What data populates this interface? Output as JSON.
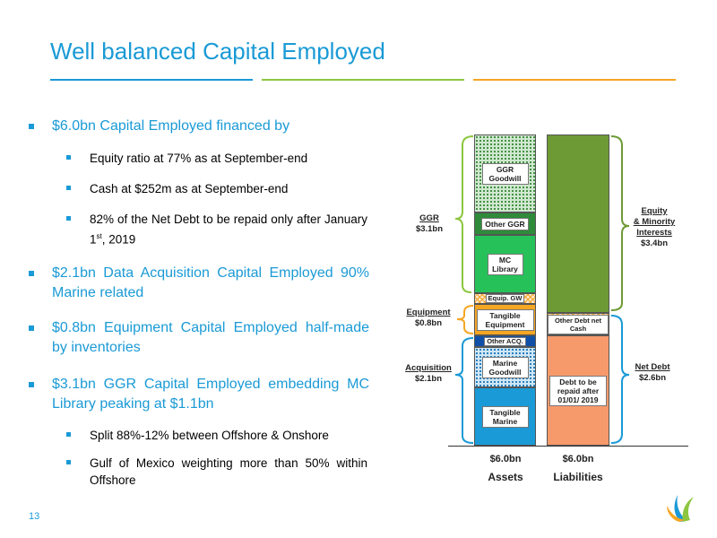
{
  "title": "Well balanced Capital Employed",
  "page_number": "13",
  "colors": {
    "accent_blue": "#1a9ad6",
    "accent_green": "#8dc63f",
    "accent_orange": "#f5a623"
  },
  "bullets": [
    {
      "text": "$6.0bn Capital Employed financed by"
    },
    {
      "text": "$2.1bn Data Acquisition Capital Employed 90% Marine related"
    },
    {
      "text": "$0.8bn Equipment Capital Employed half-made by inventories"
    },
    {
      "text": "$3.1bn GGR Capital Employed embedding MC Library peaking at $1.1bn"
    }
  ],
  "sub_bullets": {
    "equity_ratio": "Equity ratio at 77% as at September-end",
    "cash": "Cash at $252m as at September-end",
    "net_debt_a": "82% of the Net Debt to be repaid only after January 1",
    "net_debt_sup": "st",
    "net_debt_b": ", 2019",
    "split": "Split 88%-12% between Offshore & Onshore",
    "gom": "Gulf of Mexico weighting more than 50% within Offshore"
  },
  "chart_data": {
    "type": "bar",
    "stacked": true,
    "categories": [
      "Assets",
      "Liabilities"
    ],
    "totals": [
      "$6.0bn",
      "$6.0bn"
    ],
    "assets_segments": [
      {
        "label": "Tangible Marine",
        "value": 1.35
      },
      {
        "label": "Marine Goodwill",
        "value": 0.6
      },
      {
        "label": "Other ACQ.",
        "value": 0.15
      },
      {
        "label": "Tangible Equipment",
        "value": 0.7
      },
      {
        "label": "Equip. GW",
        "value": 0.12
      },
      {
        "label": "MC Library",
        "value": 1.1
      },
      {
        "label": "Other GGR",
        "value": 0.35
      },
      {
        "label": "GGR Goodwill",
        "value": 1.63
      }
    ],
    "liabilities_segments": [
      {
        "label": "Debt to be repaid after 01/01/ 2019",
        "value": 2.1
      },
      {
        "label": "Other Debt net Cash",
        "value": 0.5
      },
      {
        "label": "Equity & Minority Interests",
        "value": 3.4
      }
    ],
    "groups_left": [
      {
        "name": "GGR",
        "value": "$3.1bn"
      },
      {
        "name": "Equipment",
        "value": "$0.8bn"
      },
      {
        "name": "Acquisition",
        "value": "$2.1bn"
      }
    ],
    "groups_right": [
      {
        "name_a": "Equity",
        "name_b": "& Minority",
        "name_c": "Interests",
        "value": "$3.4bn"
      },
      {
        "name": "Net Debt",
        "value": "$2.6bn"
      }
    ]
  }
}
